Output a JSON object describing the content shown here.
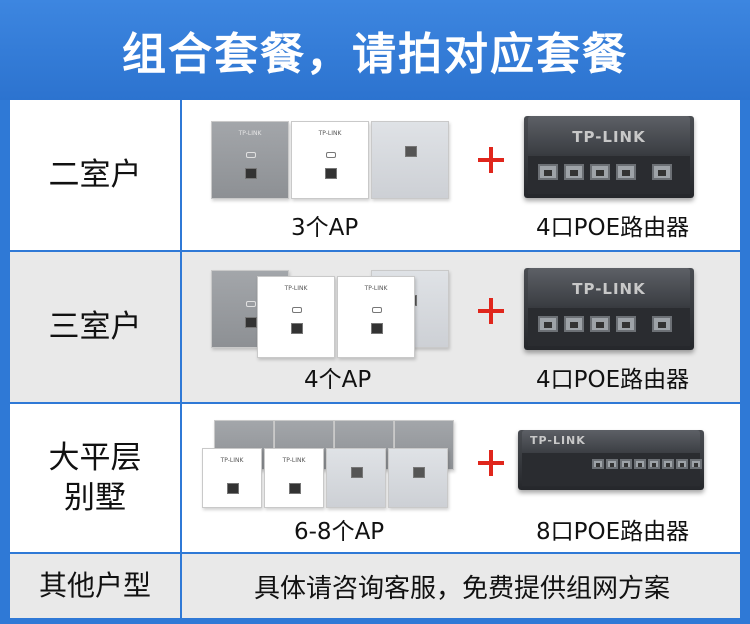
{
  "header": {
    "title": "组合套餐，请拍对应套餐"
  },
  "rows": [
    {
      "label_lines": [
        "二室户"
      ],
      "ap_caption": "3个AP",
      "router_caption": "4口POE路由器",
      "ap_brand": "TP-LINK",
      "router_brand": "TP-LINK"
    },
    {
      "label_lines": [
        "三室户"
      ],
      "ap_caption": "4个AP",
      "router_caption": "4口POE路由器",
      "ap_brand": "TP-LINK",
      "router_brand": "TP-LINK"
    },
    {
      "label_lines": [
        "大平层",
        "别墅"
      ],
      "ap_caption": "6-8个AP",
      "router_caption": "8口POE路由器",
      "ap_brand": "TP-LINK",
      "router_brand": "TP-LINK"
    },
    {
      "label_lines": [
        "其他户型"
      ],
      "consult_text": "具体请咨询客服，免费提供组网方案"
    }
  ],
  "colors": {
    "header_bg": "#2f79d6",
    "plus": "#e0261c",
    "row_alt": "#e9e9e9"
  },
  "icons": {
    "plus": "plus-icon"
  }
}
